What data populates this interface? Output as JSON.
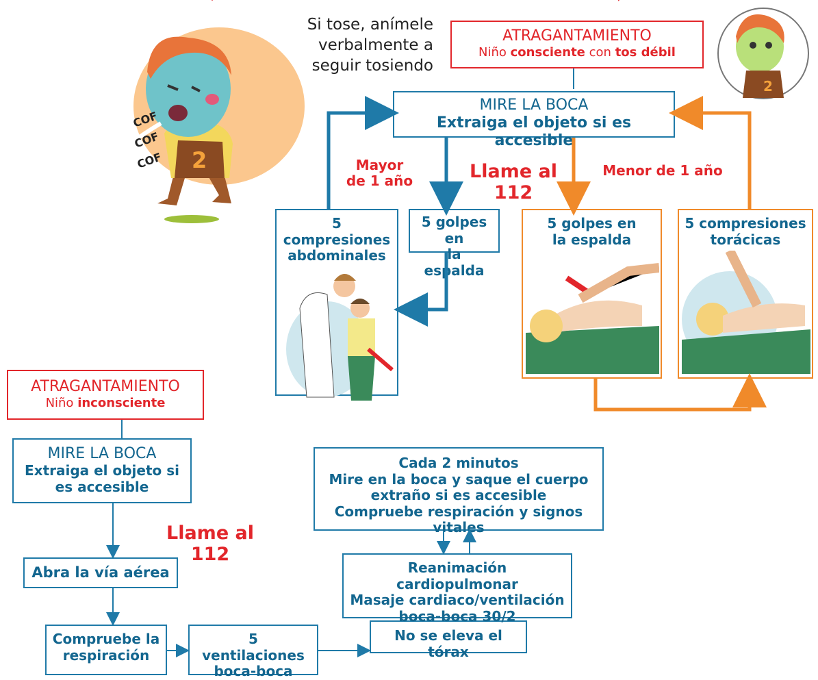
{
  "intro": {
    "cough_line1": "Si tose, anímele",
    "cough_line2": "verbalmente a",
    "cough_line3": "seguir tosiendo",
    "cof": "COF"
  },
  "conscious": {
    "title": "ATRAGANTAMIENTO",
    "sub_pre": "Niño",
    "sub_em1": "consciente",
    "sub_mid": "con",
    "sub_em2": "tos débil",
    "mouth_line1": "MIRE LA BOCA",
    "mouth_line2": "Extraiga el objeto si es accesible",
    "older_line1": "Mayor",
    "older_line2": "de 1 año",
    "call": "Llame al 112",
    "younger": "Menor de 1 año",
    "abd_line1": "5 compresiones",
    "abd_line2": "abdominales",
    "back1_line1": "5 golpes en",
    "back1_line2": "la espalda",
    "back2_line1": "5 golpes en",
    "back2_line2": "la espalda",
    "chest_line1": "5 compresiones",
    "chest_line2": "torácicas"
  },
  "unconscious": {
    "title": "ATRAGANTAMIENTO",
    "sub_pre": "Niño",
    "sub_em": "inconsciente",
    "mouth_line1": "MIRE LA BOCA",
    "mouth_line2": "Extraiga el objeto si",
    "mouth_line3": "es accesible",
    "call": "Llame al 112",
    "airway": "Abra la vía aérea",
    "breath_line1": "Compruebe la",
    "breath_line2": "respiración",
    "vent_line1": "5 ventilaciones",
    "vent_line2": "boca-boca",
    "chest": "No se eleva el tórax",
    "rcp_line1": "Reanimación cardiopulmonar",
    "rcp_line2": "Masaje cardiaco/ventilación",
    "rcp_line3": "boca-boca 30/2",
    "every_line1": "Cada 2 minutos",
    "every_line2": "Mire en la boca y saque el cuerpo",
    "every_line3": "extraño si es accesible",
    "every_line4": "Compruebe respiración y signos vitales"
  },
  "colors": {
    "blue": "#1f7aa8",
    "orange": "#f08a2a",
    "red": "#e2262b"
  }
}
